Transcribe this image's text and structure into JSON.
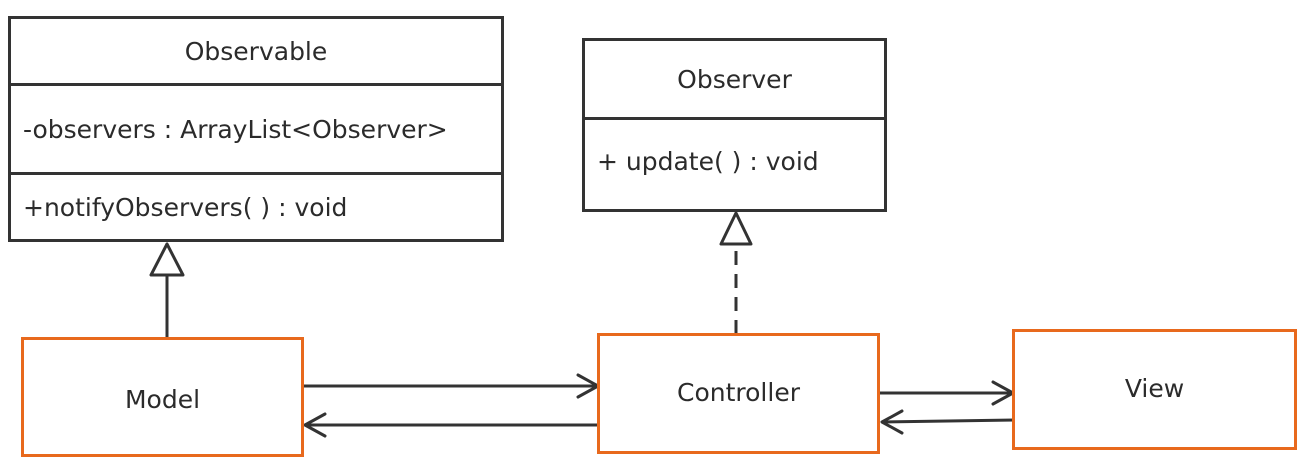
{
  "classes": {
    "observable": {
      "name": "Observable",
      "attribute": "-observers : ArrayList<Observer>",
      "method": "+notifyObservers( ) : void"
    },
    "observer": {
      "name": "Observer",
      "method": "+ update( ) : void"
    }
  },
  "components": {
    "model": "Model",
    "controller": "Controller",
    "view": "View"
  },
  "colors": {
    "line": "#333333",
    "component_border": "#e8691d"
  }
}
